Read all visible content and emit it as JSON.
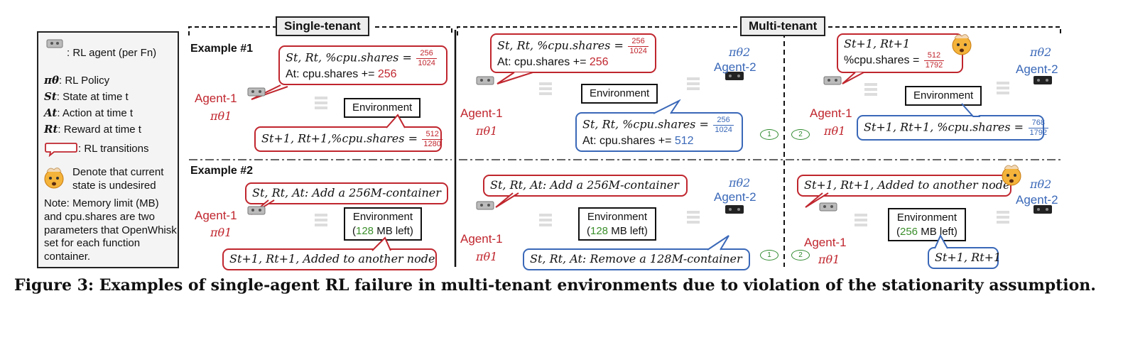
{
  "legend": {
    "agent_text": ": RL agent (per Fn)",
    "policy_sym": "πθ",
    "policy_text": ": RL Policy",
    "state_sym": "St",
    "state_text": ": State at time t",
    "action_sym": "At",
    "action_text": ": Action at time t",
    "reward_sym": "Rt",
    "reward_text": ": Reward at time t",
    "transitions_text": ": RL transitions",
    "undesired_text": "Denote that current state is undesired",
    "note_text": "Note: Memory limit (MB) and cpu.shares are two parameters that OpenWhisk set for each function container."
  },
  "panels": {
    "single": "Single-tenant",
    "multi": "Multi-tenant"
  },
  "examples": {
    "ex1": "Example #1",
    "ex2": "Example #2"
  },
  "agents": {
    "agent1": "Agent-1",
    "agent2": "Agent-2",
    "pi1": "πθ1",
    "pi2": "πθ2"
  },
  "env": {
    "label": "Environment",
    "ex2_single_mb": "128",
    "ex2_m1_mb": "128",
    "ex2_m2_mb": "256",
    "mb_left": "MB left)"
  },
  "ex1": {
    "single_top_text": "St, Rt, %cpu.shares =",
    "single_top_num": "256",
    "single_top_den": "1024",
    "single_top_action": "At: cpu.shares += ",
    "single_top_action_val": "256",
    "single_bottom_text": "St+1, Rt+1,%cpu.shares =",
    "single_bottom_num": "512",
    "single_bottom_den": "1280",
    "m1_red_text": "St, Rt, %cpu.shares =",
    "m1_red_num": "256",
    "m1_red_den": "1024",
    "m1_red_action": "At: cpu.shares += ",
    "m1_red_action_val": "256",
    "m1_blue_text": "St, Rt, %cpu.shares =",
    "m1_blue_num": "256",
    "m1_blue_den": "1024",
    "m1_blue_action": "At: cpu.shares += ",
    "m1_blue_action_val": "512",
    "m2_red_line1": "St+1, Rt+1",
    "m2_red_text": "%cpu.shares =",
    "m2_red_num": "512",
    "m2_red_den": "1792",
    "m2_blue_text": "St+1, Rt+1, %cpu.shares =",
    "m2_blue_num": "768",
    "m2_blue_den": "1792"
  },
  "ex2": {
    "single_top": "St, Rt, At: Add a 256M-container",
    "single_bottom": "St+1, Rt+1, Added to another node",
    "m1_red": "St, Rt, At: Add a 256M-container",
    "m1_blue": "St, Rt, At: Remove a 128M-container",
    "m2_red": "St+1, Rt+1, Added to another node",
    "m2_blue": "St+1, Rt+1"
  },
  "steps": {
    "s1": "1",
    "s2": "2"
  },
  "caption": "Figure 3: Examples of single-agent RL failure in multi-tenant environments due to violation of the stationarity assumption.",
  "colors": {
    "red": "#c0262e",
    "blue": "#3a68b8",
    "green": "#3b8f2b"
  }
}
